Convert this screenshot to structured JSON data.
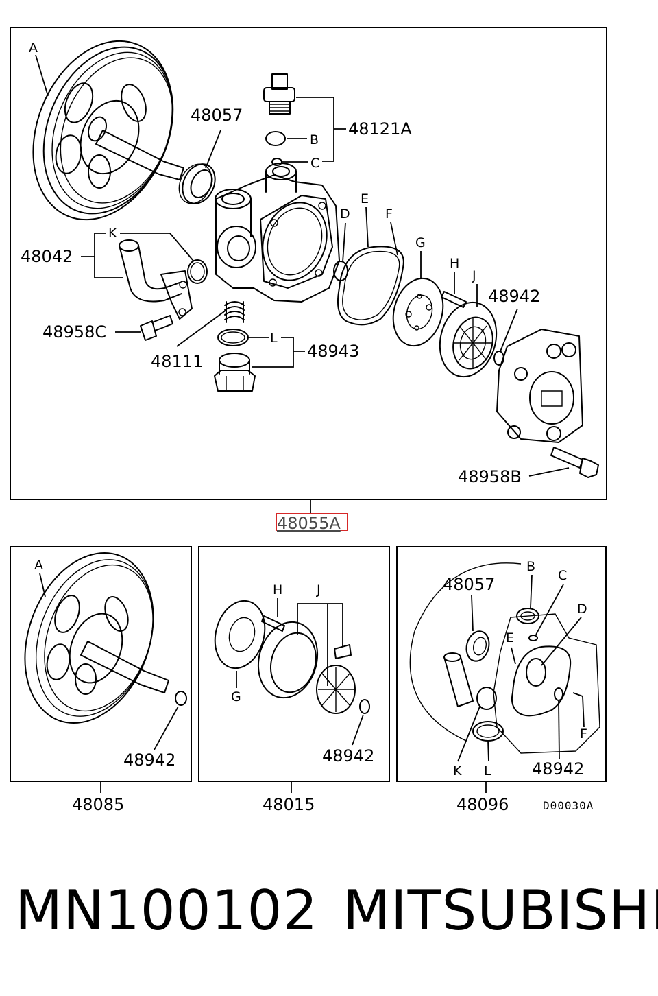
{
  "diagram": {
    "main": {
      "pulley_letter": "A",
      "labels": {
        "p48057": "48057",
        "p48121A": "48121A",
        "B": "B",
        "C": "C",
        "D": "D",
        "E": "E",
        "F": "F",
        "G": "G",
        "H": "H",
        "J": "J",
        "K": "K",
        "L": "L",
        "p48042": "48042",
        "p48958C": "48958C",
        "p48111": "48111",
        "p48943": "48943",
        "p48942": "48942",
        "p48958B": "48958B"
      },
      "assembly_number": "48055A"
    },
    "kits": [
      {
        "id": "48085",
        "letters": [
          "A"
        ],
        "part": "48942"
      },
      {
        "id": "48015",
        "letters": [
          "H",
          "J",
          "G"
        ],
        "part": "48942"
      },
      {
        "id": "48096",
        "letters": [
          "B",
          "C",
          "D",
          "E",
          "F",
          "K",
          "L"
        ],
        "parts": [
          "48057",
          "48942"
        ]
      }
    ],
    "drawing_code": "D00030A",
    "colors": {
      "highlight": "#d62828",
      "line": "#000000"
    }
  },
  "footer": {
    "part_number": "MN100102",
    "brand": "MITSUBISHI"
  }
}
